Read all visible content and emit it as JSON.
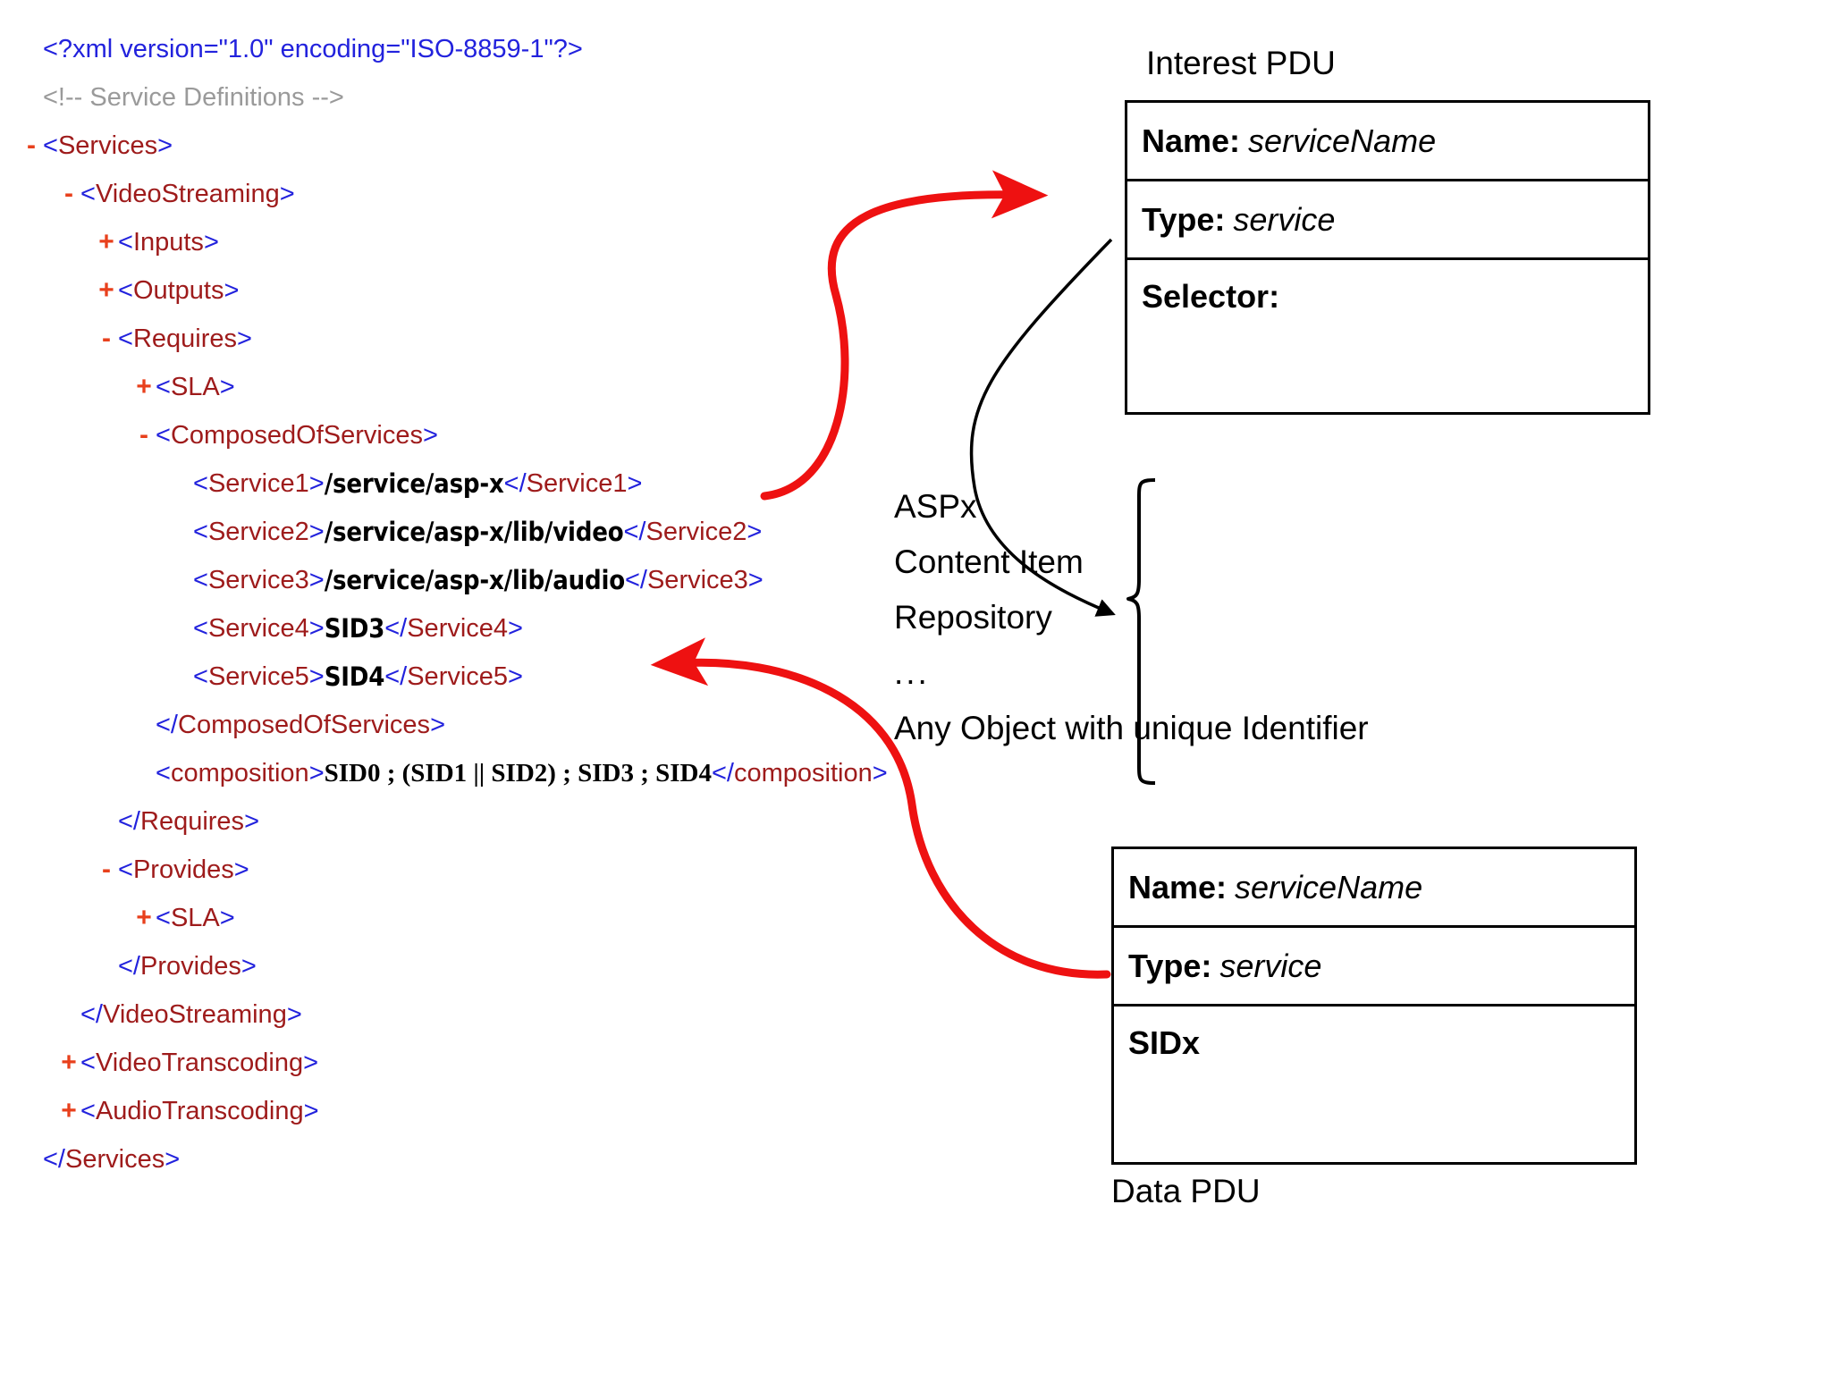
{
  "xml": {
    "lines": [
      {
        "indent": 0,
        "expander": "",
        "type": "pi",
        "text": "<?xml version=\"1.0\" encoding=\"ISO-8859-1\"?>"
      },
      {
        "indent": 0,
        "expander": "",
        "type": "comment",
        "text": "<!-- Service Definitions -->"
      },
      {
        "indent": 0,
        "expander": "-",
        "type": "tag",
        "open": "<Services>"
      },
      {
        "indent": 1,
        "expander": "-",
        "type": "tag",
        "open": "<VideoStreaming>"
      },
      {
        "indent": 2,
        "expander": "+",
        "type": "tag",
        "open": "<Inputs>"
      },
      {
        "indent": 2,
        "expander": "+",
        "type": "tag",
        "open": "<Outputs>"
      },
      {
        "indent": 2,
        "expander": "-",
        "type": "tag",
        "open": "<Requires>"
      },
      {
        "indent": 3,
        "expander": "+",
        "type": "tag",
        "open": "<SLA>"
      },
      {
        "indent": 3,
        "expander": "-",
        "type": "tag",
        "open": "<ComposedOfServices>"
      },
      {
        "indent": 4,
        "expander": "",
        "type": "element",
        "open": "<Service1>",
        "value": "/service/asp-x",
        "close": "</Service1>"
      },
      {
        "indent": 4,
        "expander": "",
        "type": "element",
        "open": "<Service2>",
        "value": "/service/asp-x/lib/video",
        "close": "</Service2>"
      },
      {
        "indent": 4,
        "expander": "",
        "type": "element",
        "open": "<Service3>",
        "value": "/service/asp-x/lib/audio",
        "close": "</Service3>"
      },
      {
        "indent": 4,
        "expander": "",
        "type": "element",
        "open": "<Service4>",
        "value": "SID3",
        "close": "</Service4>"
      },
      {
        "indent": 4,
        "expander": "",
        "type": "element",
        "open": "<Service5>",
        "value": "SID4",
        "close": "</Service5>"
      },
      {
        "indent": 3,
        "expander": "",
        "type": "tag",
        "open": "</ComposedOfServices>"
      },
      {
        "indent": 3,
        "expander": "",
        "type": "element-serif",
        "open": "<composition>",
        "value": " SID0 ; (SID1 || SID2) ; SID3 ; SID4 ",
        "close": "</composition>"
      },
      {
        "indent": 2,
        "expander": "",
        "type": "tag",
        "open": "</Requires>"
      },
      {
        "indent": 2,
        "expander": "-",
        "type": "tag",
        "open": "<Provides>"
      },
      {
        "indent": 3,
        "expander": "+",
        "type": "tag",
        "open": "<SLA>"
      },
      {
        "indent": 2,
        "expander": "",
        "type": "tag",
        "open": "</Provides>"
      },
      {
        "indent": 1,
        "expander": "",
        "type": "tag",
        "open": "</VideoStreaming>"
      },
      {
        "indent": 1,
        "expander": "+",
        "type": "tag",
        "open": "<VideoTranscoding>"
      },
      {
        "indent": 1,
        "expander": "+",
        "type": "tag",
        "open": "<AudioTranscoding>"
      },
      {
        "indent": 0,
        "expander": "",
        "type": "tag",
        "open": "</Services>"
      }
    ]
  },
  "interest_pdu": {
    "label": "Interest PDU",
    "rows": [
      {
        "key": "Name:",
        "value": "serviceName",
        "italic": true
      },
      {
        "key": "Type:",
        "value": "service",
        "italic": true
      },
      {
        "key": "Selector:",
        "value": "",
        "italic": false
      },
      {
        "key": "",
        "value": "",
        "italic": false
      }
    ]
  },
  "data_pdu": {
    "label": "Data PDU",
    "rows": [
      {
        "key": "Name:",
        "value": "serviceName",
        "italic": true
      },
      {
        "key": "Type:",
        "value": "service",
        "italic": true
      },
      {
        "key": "SIDx",
        "value": "",
        "italic": false
      },
      {
        "key": "",
        "value": "",
        "italic": false
      }
    ]
  },
  "object_list": {
    "items": [
      "ASPx",
      "Content Item",
      "Repository",
      "...",
      "Any Object with unique Identifier"
    ]
  },
  "colors": {
    "xml_bracket": "#2222DD",
    "xml_tagname": "#9E1B1B",
    "xml_comment": "#9A9A9A",
    "xml_value": "#000000",
    "expander": "#E8401C",
    "red_arrow": "#EE1111",
    "black_arrow": "#000000",
    "box_border": "#000000",
    "background": "#FFFFFF"
  }
}
